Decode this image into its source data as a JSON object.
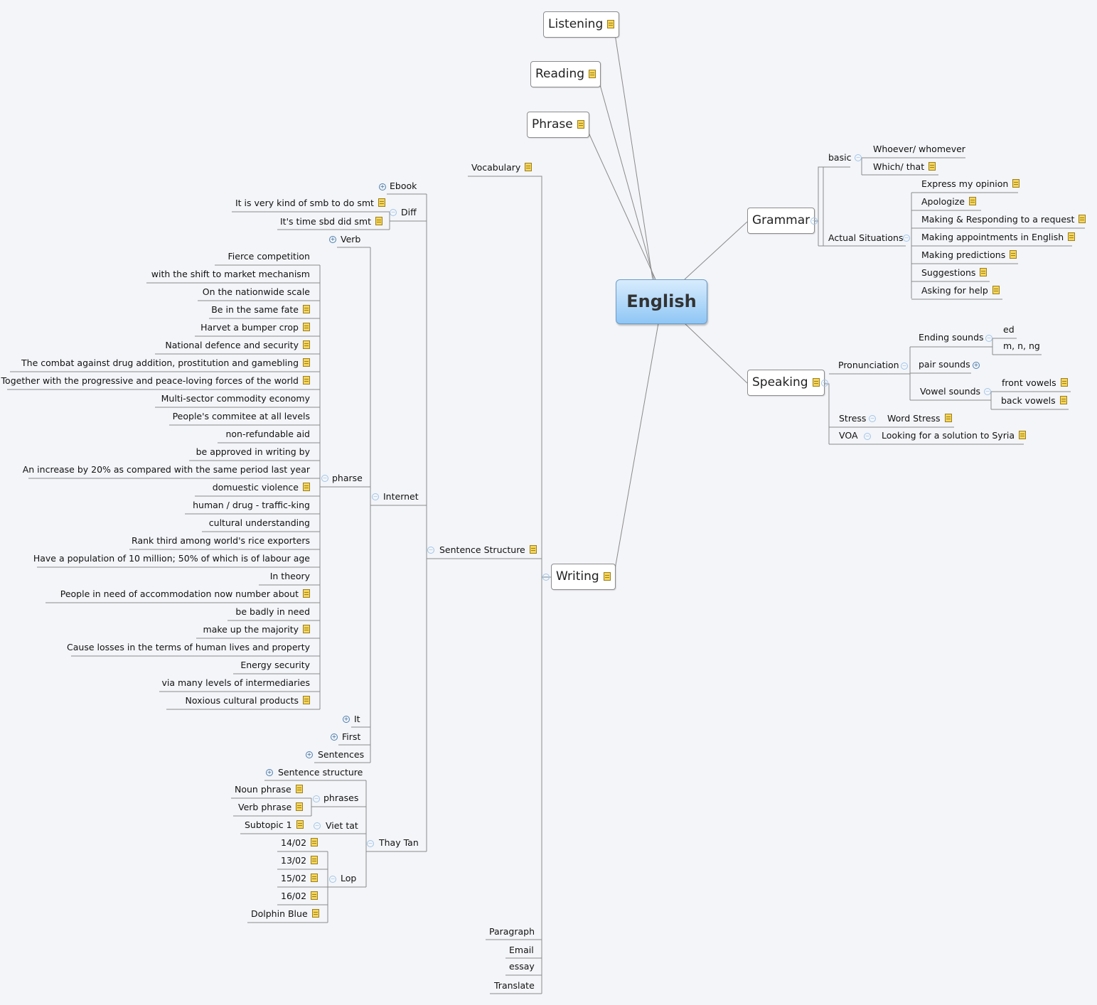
{
  "root": {
    "label": "English"
  },
  "branches": {
    "listening": "Listening",
    "reading": "Reading",
    "phrase": "Phrase",
    "grammar": "Grammar",
    "speaking": "Speaking",
    "writing": "Writing"
  },
  "grammar": {
    "basic": {
      "label": "basic",
      "items": [
        "Whoever/ whomever",
        "Which/ that"
      ]
    },
    "actual": {
      "label": "Actual Situations",
      "items": [
        "Express my opinion",
        "Apologize",
        "Making & Responding to a request",
        "Making appointments in English",
        "Making predictions",
        "Suggestions",
        "Asking for help"
      ]
    }
  },
  "speaking": {
    "pronunciation": "Pronunciation",
    "ending_sounds": "Ending sounds",
    "ending_items": [
      "ed",
      "m, n, ng"
    ],
    "pair_sounds": "pair sounds",
    "vowel_sounds": "Vowel sounds",
    "vowel_items": [
      "front vowels",
      "back vowels"
    ],
    "stress": "Stress",
    "word_stress": "Word Stress",
    "voa": "VOA",
    "voa_item": "Looking for a solution to Syria"
  },
  "writing": {
    "vocabulary": "Vocabulary",
    "sentence_structure": "Sentence Structure",
    "ebook": "Ebook",
    "diff": "Diff",
    "diff_items": [
      "It is very kind of smb to do smt",
      "It's time sbd did smt"
    ],
    "internet": "Internet",
    "verb": "Verb",
    "pharse": "pharse",
    "pharse_items": [
      "Fierce competition",
      "with the shift to market mechanism",
      "On the nationwide scale",
      "Be in the same fate",
      "Harvet a bumper crop",
      "National defence and security",
      "The combat against drug addition, prostitution and gamebling",
      "Together with the progressive and peace-loving forces of the world",
      "Multi-sector commodity economy",
      "People's commitee at all levels",
      "non-refundable aid",
      "be approved in writing by",
      "An increase by 20% as compared with the same period last year",
      "domuestic violence",
      "human / drug - traffic-king",
      "cultural understanding",
      "Rank third among world's rice exporters",
      "Have a population of 10 million; 50% of which is of labour age",
      "In theory",
      "People in need of accommodation now number about",
      "be badly in need",
      "make up the majority",
      "Cause losses in the terms of human lives and property",
      "Energy security",
      "via many levels of intermediaries",
      "Noxious cultural products"
    ],
    "it": "It",
    "first": "First",
    "sentences": "Sentences",
    "thay_tan": "Thay Tan",
    "sentence_structure_sub": "Sentence structure",
    "phrases": "phrases",
    "phrases_items": [
      "Noun phrase",
      "Verb phrase"
    ],
    "viet_tat": "Viet tat",
    "viet_tat_item": "Subtopic 1",
    "lop": "Lop",
    "lop_items": [
      "14/02",
      "13/02",
      "15/02",
      "16/02",
      "Dolphin Blue"
    ],
    "paragraph": "Paragraph",
    "email": "Email",
    "essay": "essay",
    "translate": "Translate"
  },
  "colors": {
    "center_top": "#d8ecfd",
    "center_bottom": "#8fc6f5",
    "line": "#8a8a8a",
    "note": "#f6d55a"
  }
}
